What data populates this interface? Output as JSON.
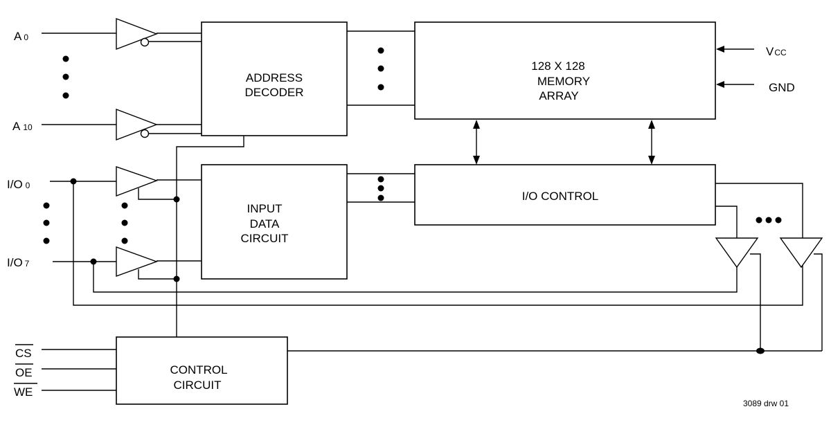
{
  "diagram": {
    "pins": {
      "a0": {
        "main": "A",
        "sub": "0"
      },
      "a10": {
        "main": "A",
        "sub": "10"
      },
      "io0": {
        "main": "I/O",
        "sub": "0"
      },
      "io7": {
        "main": "I/O",
        "sub": "7"
      },
      "vcc": {
        "main": "V",
        "sub": "CC"
      },
      "gnd": "GND",
      "cs": "CS",
      "oe": "OE",
      "we": "WE"
    },
    "blocks": {
      "address_decoder": [
        "ADDRESS",
        "DECODER"
      ],
      "memory_array": [
        "128 X 128",
        "MEMORY",
        "ARRAY"
      ],
      "io_control": [
        "I/O CONTROL"
      ],
      "input_data_circuit": [
        "INPUT",
        "DATA",
        "CIRCUIT"
      ],
      "control_circuit": [
        "CONTROL",
        "CIRCUIT"
      ]
    },
    "figure_id": "3089 drw 01"
  }
}
